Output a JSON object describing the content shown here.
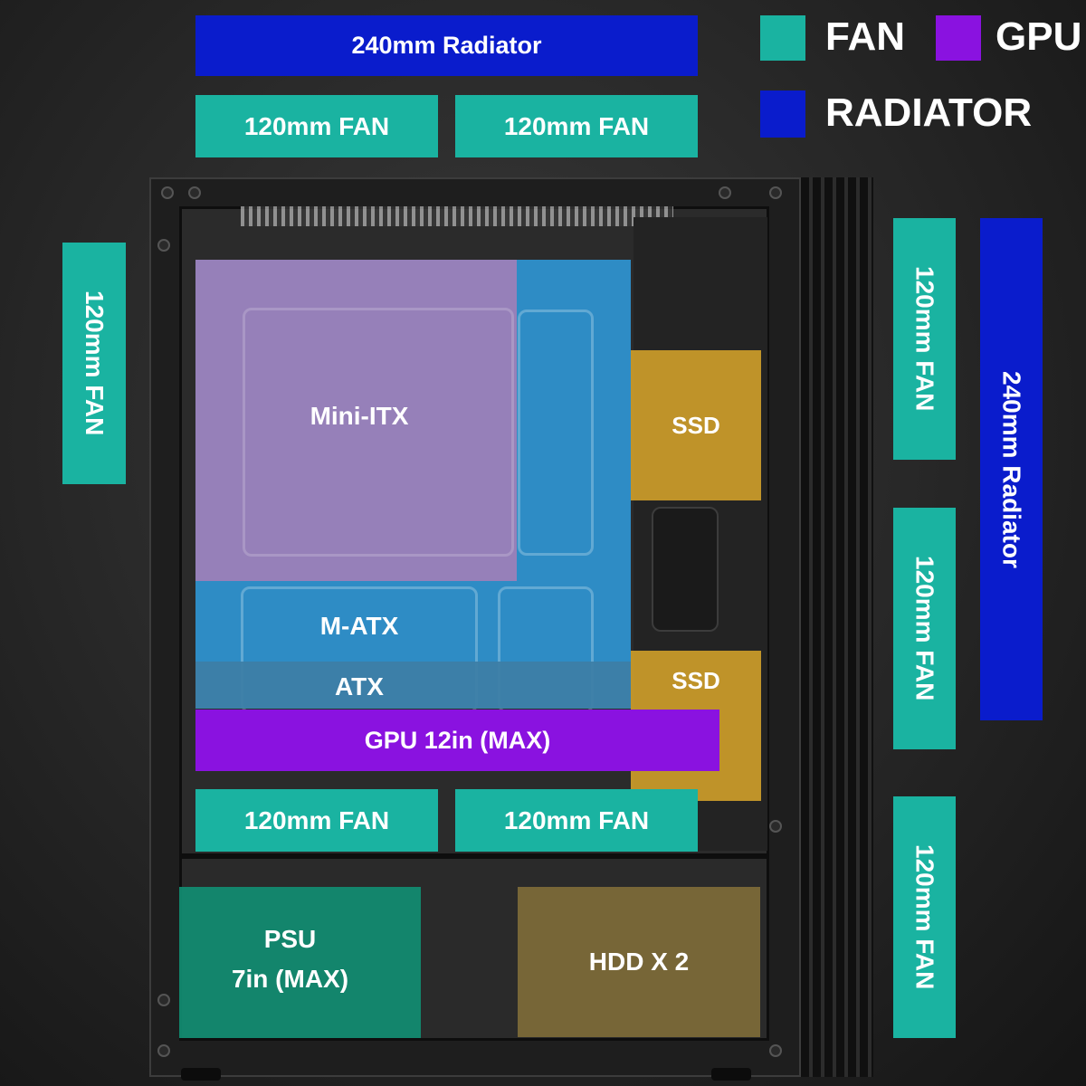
{
  "legend": {
    "fan": "FAN",
    "gpu": "GPU",
    "radiator": "RADIATOR",
    "colors": {
      "fan": "#1ab3a1",
      "gpu": "#8a12e0",
      "radiator": "#0a1ccc"
    }
  },
  "top": {
    "radiator": "240mm Radiator",
    "fan_left": "120mm FAN",
    "fan_right": "120mm FAN"
  },
  "rear": {
    "fan": "120mm FAN"
  },
  "front": {
    "fan_1": "120mm FAN",
    "fan_2": "120mm FAN",
    "fan_3": "120mm FAN",
    "radiator": "240mm Radiator"
  },
  "interior": {
    "mini_itx": "Mini-ITX",
    "m_atx": "M-ATX",
    "atx": "ATX",
    "gpu": "GPU 12in (MAX)",
    "ssd_1": "SSD",
    "ssd_2": "SSD",
    "bottom_fan_left": "120mm FAN",
    "bottom_fan_right": "120mm FAN",
    "psu_line1": "PSU",
    "psu_line2": "7in (MAX)",
    "hdd": "HDD X 2"
  },
  "colors": {
    "mini_itx": "#9b7fb8",
    "m_atx": "#2f95d2",
    "atx": "#3d7ea6",
    "ssd": "#c89a2a",
    "psu": "#128a70",
    "hdd": "#7a6838"
  }
}
